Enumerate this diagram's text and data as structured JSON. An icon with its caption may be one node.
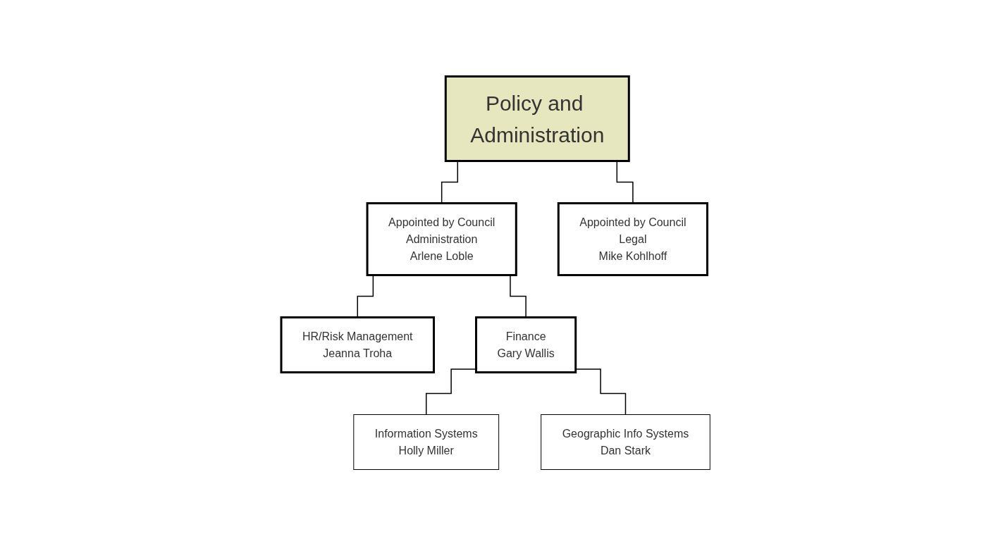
{
  "diagram": {
    "nodes": [
      {
        "text": [
          "Policy and Administration"
        ]
      },
      {
        "text": [
          "Appointed by Council",
          "Administration",
          "Arlene Loble"
        ]
      },
      {
        "text": [
          "Appointed by Council",
          "Legal",
          "Mike Kohlhoff"
        ]
      },
      {
        "text": [
          "HR/Risk Management",
          "Jeanna Troha"
        ]
      },
      {
        "text": [
          "Finance",
          "Gary Wallis"
        ]
      },
      {
        "text": [
          "Information Systems",
          "Holly Miller"
        ]
      },
      {
        "text": [
          "Geographic Info Systems",
          "Dan Stark"
        ]
      }
    ],
    "edges": [
      {
        "from": 0,
        "to": 1,
        "arrow": "none"
      },
      {
        "from": 0,
        "to": 2,
        "arrow": "none"
      },
      {
        "from": 1,
        "to": 3,
        "arrow": "none"
      },
      {
        "from": 1,
        "to": 4,
        "arrow": "none"
      },
      {
        "from": 4,
        "to": 5,
        "arrow": "none"
      },
      {
        "from": 4,
        "to": 6,
        "arrow": "none"
      }
    ]
  }
}
